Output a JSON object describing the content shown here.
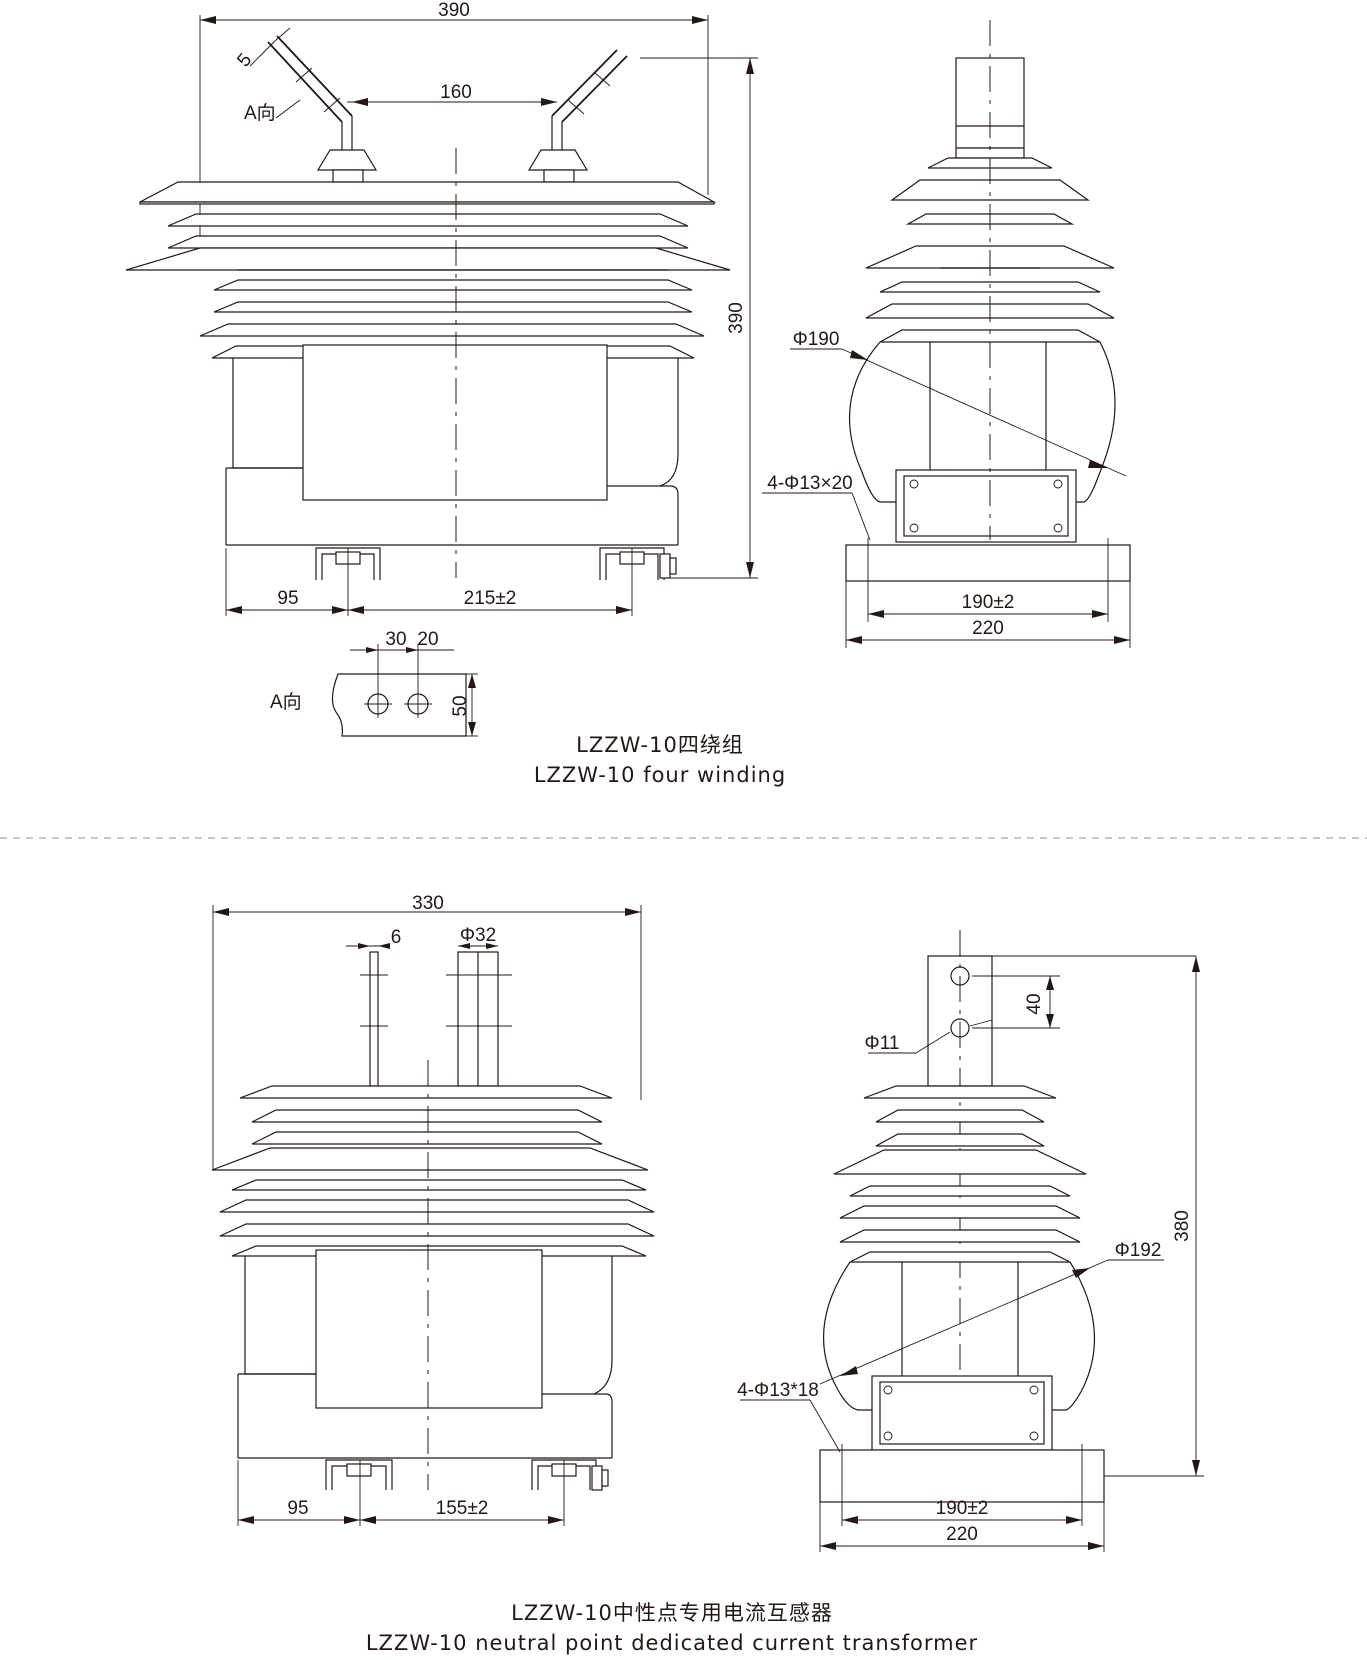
{
  "top_section": {
    "caption_cn": "LZZW-10四绕组",
    "caption_en": "LZZW-10 four winding",
    "front_view": {
      "overall_width": "390",
      "overall_height": "390",
      "terminal_spacing": "160",
      "terminal_thickness": "5",
      "view_arrow_label": "A向",
      "left_offset": "95",
      "mounting_spacing": "215±2"
    },
    "side_view": {
      "body_diameter": "Φ190",
      "mounting_holes": "4-Φ13×20",
      "hole_spacing": "190±2",
      "base_width": "220"
    },
    "detail_a": {
      "label": "A向",
      "hole_pitch_1": "30",
      "hole_pitch_2": "20",
      "plate_height": "50"
    }
  },
  "bottom_section": {
    "caption_cn": "LZZW-10中性点专用电流互感器",
    "caption_en": "LZZW-10 neutral point dedicated current transformer",
    "front_view": {
      "overall_width": "330",
      "terminal_thickness": "6",
      "terminal_diameter": "Φ32",
      "left_offset": "95",
      "mounting_spacing": "155±2"
    },
    "side_view": {
      "terminal_hole": "Φ11",
      "hole_pitch": "40",
      "overall_height": "380",
      "body_diameter": "Φ192",
      "mounting_holes": "4-Φ13*18",
      "hole_spacing": "190±2",
      "base_width": "220"
    }
  }
}
